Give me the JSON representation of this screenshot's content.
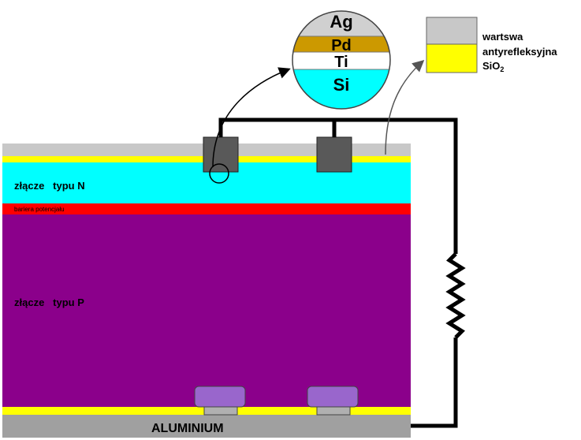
{
  "layers": {
    "n_type": "złącze   typu N",
    "barrier": "bariera potencjału",
    "p_type": "złącze   typu P",
    "aluminium": "ALUMINIUM"
  },
  "contact_stack": {
    "layers": [
      "Ag",
      "Pd",
      "Ti",
      "Si"
    ]
  },
  "legend": {
    "line1": "wartswa",
    "line2": "antyrefleksyjna",
    "sio2_base": "SiO",
    "sio2_sub": "2"
  },
  "colors": {
    "arc_gray": "#c8c8c8",
    "sio2_yellow": "#ffff00",
    "n_type": "#00ffff",
    "barrier": "#ff0000",
    "p_type": "#8b008b",
    "aluminium": "#a0a0a0",
    "contact": "#595959",
    "back_contact": "#9966cc",
    "ag": "#d0d0d0",
    "pd": "#cc9900",
    "ti": "#ffffff",
    "si": "#00ffff"
  }
}
